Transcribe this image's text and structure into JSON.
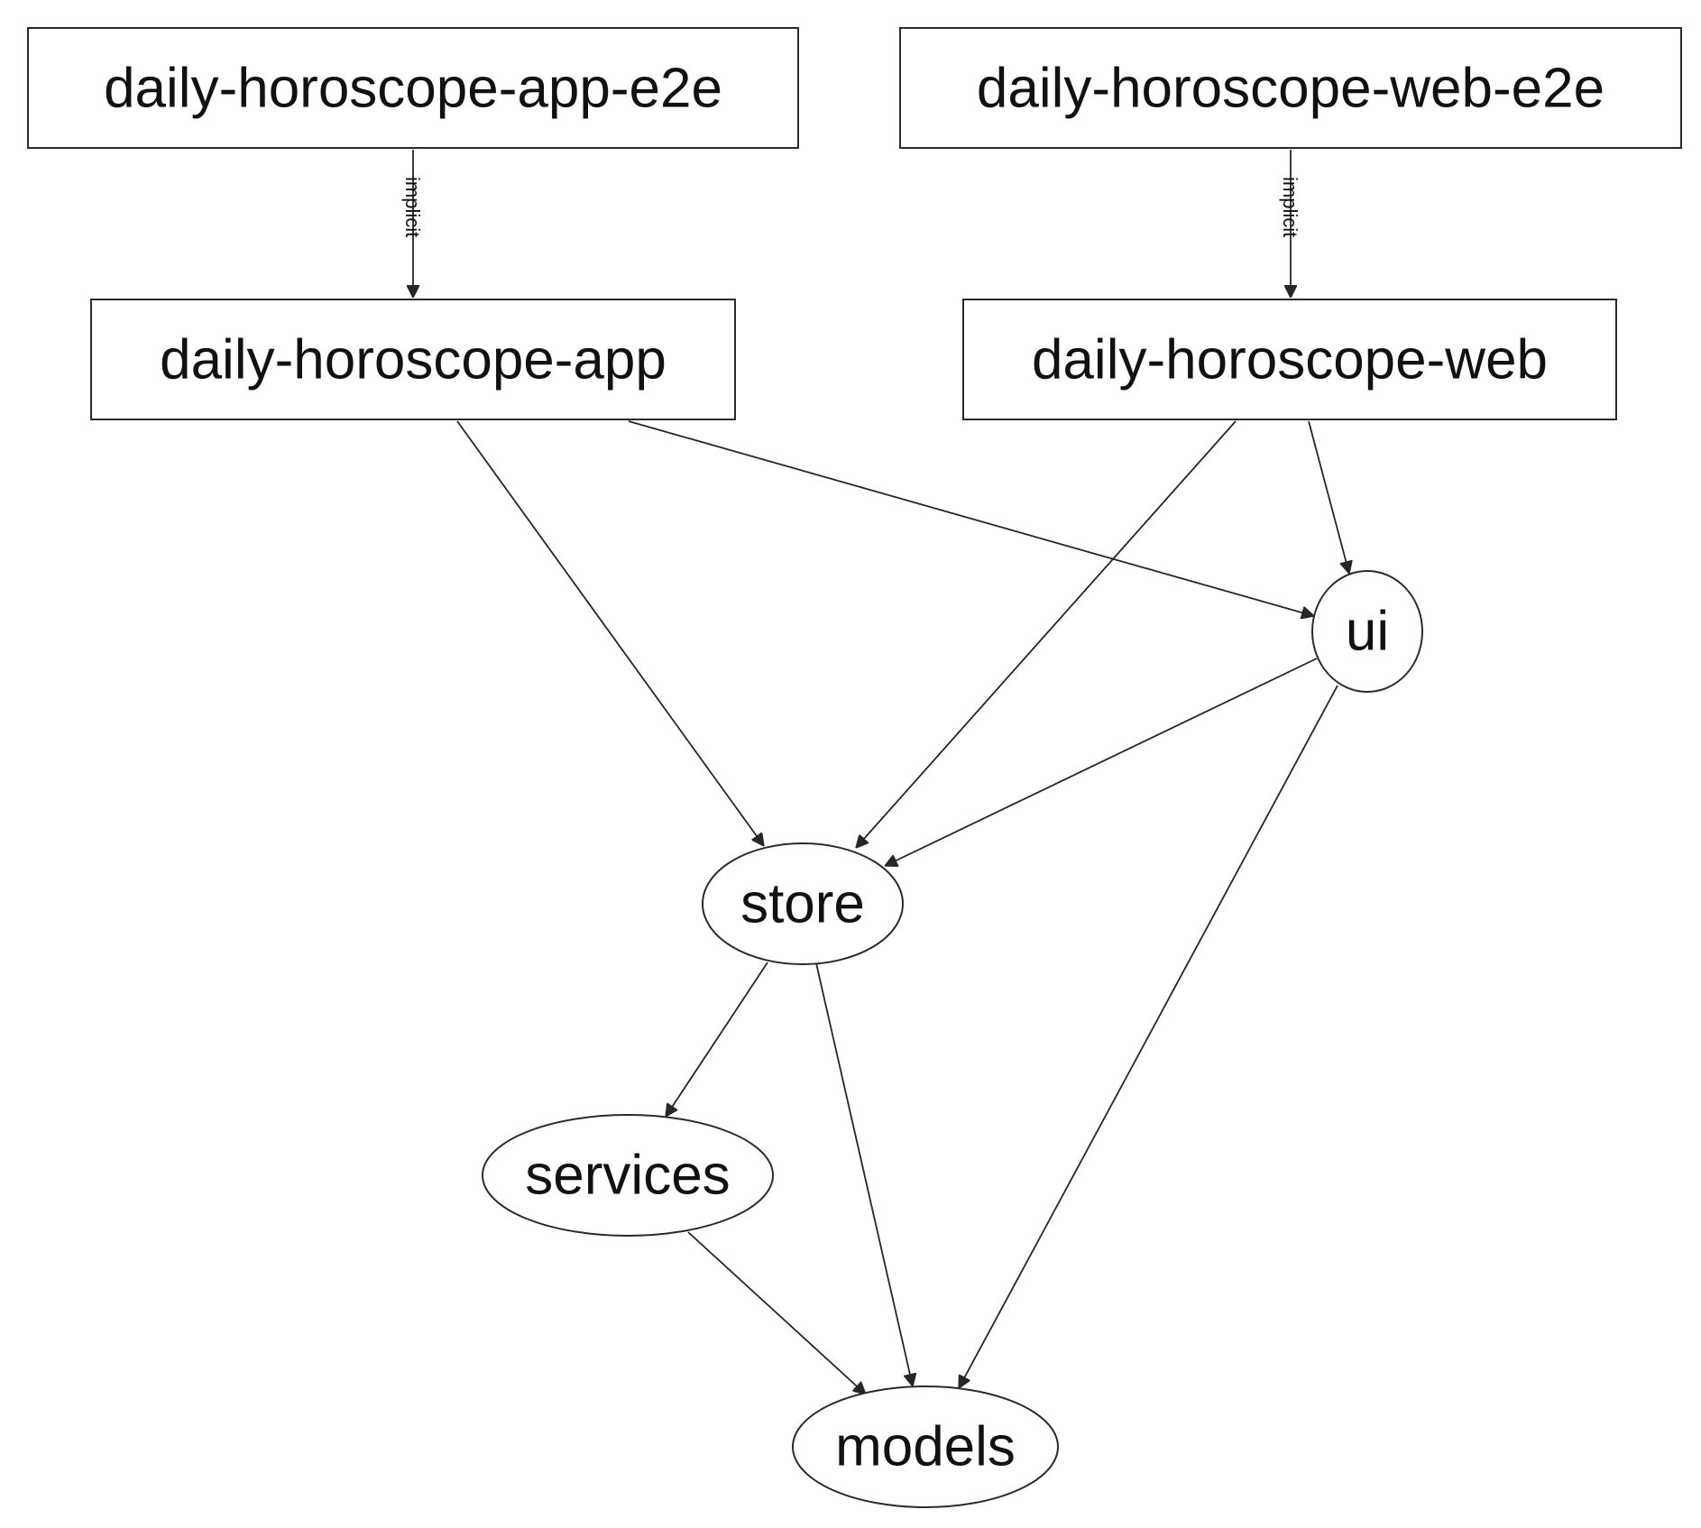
{
  "nodes": {
    "app_e2e": {
      "label": "daily-horoscope-app-e2e",
      "shape": "box"
    },
    "web_e2e": {
      "label": "daily-horoscope-web-e2e",
      "shape": "box"
    },
    "app": {
      "label": "daily-horoscope-app",
      "shape": "box"
    },
    "web": {
      "label": "daily-horoscope-web",
      "shape": "box"
    },
    "ui": {
      "label": "ui",
      "shape": "ellipse"
    },
    "store": {
      "label": "store",
      "shape": "ellipse"
    },
    "services": {
      "label": "services",
      "shape": "ellipse"
    },
    "models": {
      "label": "models",
      "shape": "ellipse"
    }
  },
  "edges": [
    {
      "from": "daily-horoscope-app-e2e",
      "to": "daily-horoscope-app",
      "label": "implicit"
    },
    {
      "from": "daily-horoscope-web-e2e",
      "to": "daily-horoscope-web",
      "label": "implicit"
    },
    {
      "from": "daily-horoscope-app",
      "to": "store",
      "label": ""
    },
    {
      "from": "daily-horoscope-app",
      "to": "ui",
      "label": ""
    },
    {
      "from": "daily-horoscope-web",
      "to": "store",
      "label": ""
    },
    {
      "from": "daily-horoscope-web",
      "to": "ui",
      "label": ""
    },
    {
      "from": "ui",
      "to": "store",
      "label": ""
    },
    {
      "from": "ui",
      "to": "models",
      "label": ""
    },
    {
      "from": "store",
      "to": "services",
      "label": ""
    },
    {
      "from": "store",
      "to": "models",
      "label": ""
    },
    {
      "from": "services",
      "to": "models",
      "label": ""
    }
  ],
  "colors": {
    "stroke": "#2b2b2b",
    "text": "#111111",
    "background": "#ffffff"
  }
}
